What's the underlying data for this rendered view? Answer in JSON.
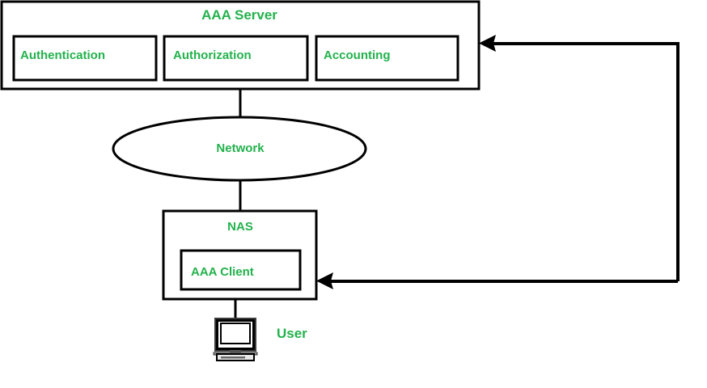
{
  "diagram": {
    "title": "AAA Server",
    "theme": {
      "text_color": "#22b24c",
      "line_color": "#000000",
      "background": "#ffffff"
    },
    "nodes": {
      "aaa_server": {
        "label": "AAA Server",
        "components": [
          {
            "label": "Authentication"
          },
          {
            "label": "Authorization"
          },
          {
            "label": "Accounting"
          }
        ]
      },
      "network": {
        "label": "Network"
      },
      "nas": {
        "label": "NAS",
        "inner": {
          "label": "AAA Client"
        }
      },
      "user": {
        "label": "User",
        "icon": "desktop-computer-icon"
      }
    },
    "connectors": [
      {
        "from": "aaa_server",
        "to": "network",
        "style": "line"
      },
      {
        "from": "network",
        "to": "nas",
        "style": "line"
      },
      {
        "from": "nas",
        "to": "user",
        "style": "line"
      },
      {
        "from": "nas",
        "to": "aaa_server",
        "style": "arrow",
        "routing": "right-side-up"
      },
      {
        "from": "aaa_server",
        "to": "nas",
        "style": "arrow",
        "routing": "right-side-down"
      }
    ]
  }
}
